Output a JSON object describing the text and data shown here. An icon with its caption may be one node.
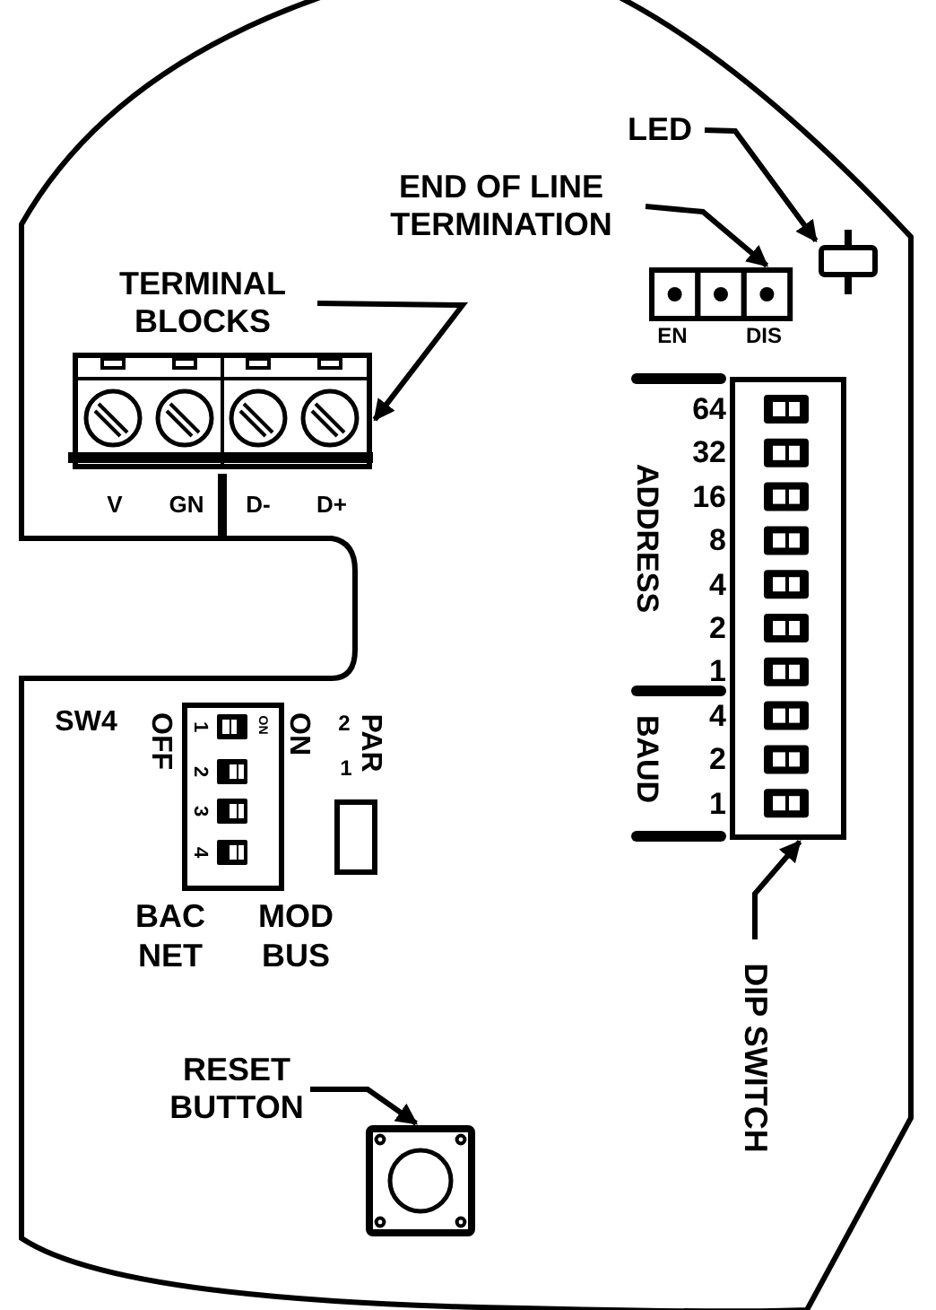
{
  "diagram": {
    "nodes": [
      {
        "text": [
          "TERMINAL BLOCKS"
        ]
      },
      {
        "text": [],
        "shape": "box"
      },
      {
        "text": [
          "END OF LINE TERMINATION"
        ]
      },
      {
        "text": [],
        "shape": "box"
      },
      {
        "text": [
          "LED"
        ]
      },
      {
        "text": [],
        "shape": "box"
      },
      {
        "text": [],
        "shape": "box",
        "beside": [
          "64",
          "32",
          "16",
          "8",
          "4",
          "2",
          "1",
          "4",
          "2",
          "1"
        ]
      },
      {
        "text": [
          "DIP SWITCH"
        ]
      },
      {
        "text": [
          "RESET BUTTON"
        ]
      },
      {
        "text": [],
        "shape": "box"
      }
    ],
    "edges": [
      {
        "from": 0,
        "to": 1,
        "arrow": "to"
      },
      {
        "from": 2,
        "to": 3,
        "arrow": "to"
      },
      {
        "from": 4,
        "to": 5,
        "arrow": "to"
      },
      {
        "from": 7,
        "to": 6,
        "arrow": "to"
      },
      {
        "from": 8,
        "to": 9,
        "arrow": "to"
      }
    ],
    "labels": [
      "EN",
      "DIS",
      "V",
      "GN",
      "D-",
      "D+",
      "ADDRESS",
      "BAUD",
      "SW4",
      "OFF",
      "1",
      "2",
      "3",
      "4",
      "ON",
      "ON",
      "2",
      "1",
      "PAR",
      "BAC NET",
      "MOD BUS"
    ]
  }
}
